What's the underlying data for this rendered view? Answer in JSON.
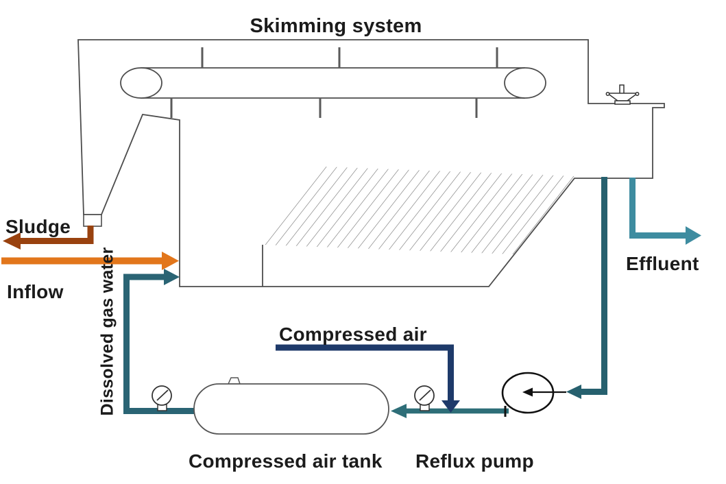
{
  "diagram_type": "dissolved-air-flotation-process-diagram",
  "labels": {
    "skimming_system": "Skimming system",
    "sludge": "Sludge",
    "inflow": "Inflow",
    "dissolved_gas_water": "Dissolved gas water",
    "compressed_air": "Compressed air",
    "effluent": "Effluent",
    "compressed_air_tank": "Compressed air tank",
    "reflux_pump": "Reflux pump"
  },
  "colors": {
    "outline": "#4c4c4c",
    "sludge_arrow": "#99420f",
    "inflow_arrow": "#e2761b",
    "dissolved_gas_pipe": "#2a6474",
    "compressed_air_pipe": "#1e3a6a",
    "feed_pipe": "#2e6e78",
    "reflux_pipe": "#26606e",
    "effluent_arrow": "#3e8ca0",
    "pump_stroke": "#111111"
  }
}
